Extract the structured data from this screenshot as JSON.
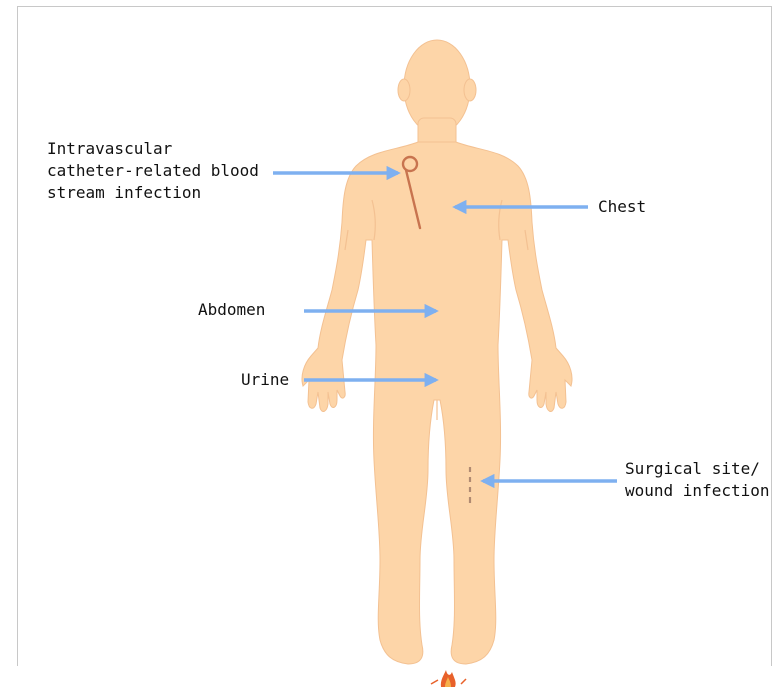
{
  "labels": {
    "catheter": "Intravascular\ncatheter-related blood\nstream infection",
    "chest": "Chest",
    "abdomen": "Abdomen",
    "urine": "Urine",
    "surgical": "Surgical site/\nwound infection"
  },
  "colors": {
    "skin": "#fdd5a8",
    "skin_shadow": "#f3c192",
    "arrow": "#7eb0f0",
    "catheter": "#c8744f",
    "wound": "#b08a72",
    "flame": "#e8612a"
  },
  "icons": [
    "human-body-figure",
    "catheter-line",
    "wound-dashes",
    "flame-icon"
  ]
}
